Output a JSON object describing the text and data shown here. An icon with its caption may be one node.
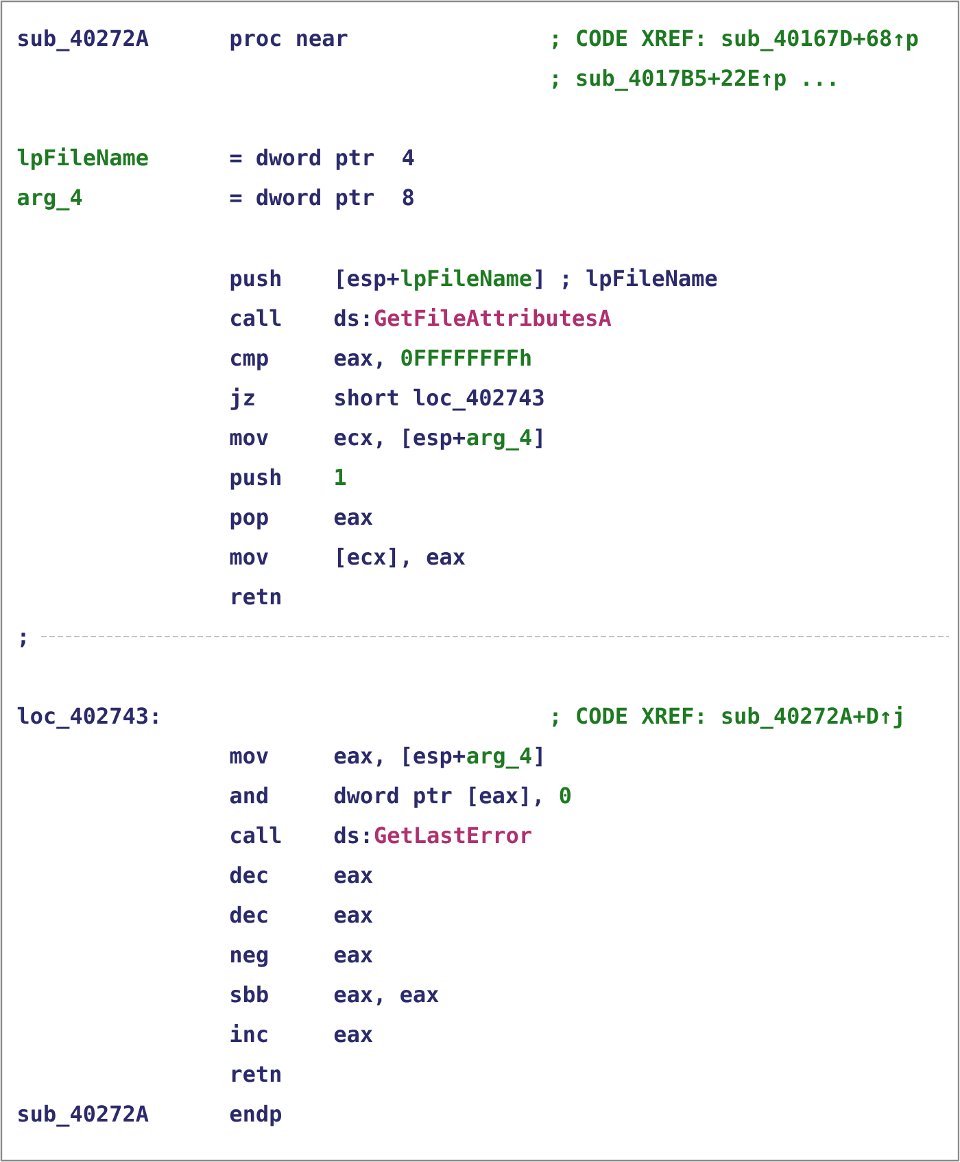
{
  "diagram": {
    "labels": [
      "sub_40272A",
      "proc near",
      "; CODE XREF: sub_40167D+68↑p",
      "; sub_4017B5+22E↑p ...",
      "lpFileName",
      "= dword ptr",
      "4",
      "arg_4",
      "= dword ptr",
      "8",
      "push",
      "[esp+",
      "lpFileName",
      "] ; lpFileName",
      "call",
      "ds:",
      "GetFileAttributesA",
      "cmp",
      "eax,",
      "0FFFFFFFFh",
      "jz",
      "short loc_402743",
      "mov",
      "ecx, [esp+",
      "arg_4",
      "]",
      "push",
      "1",
      "pop",
      "eax",
      "mov",
      "[ecx], eax",
      "retn",
      ";",
      "loc_402743:",
      "; CODE XREF: sub_40272A+D↑j",
      "mov",
      "eax, [esp+",
      "arg_4",
      "]",
      "and",
      "dword ptr [eax],",
      "0",
      "call",
      "ds:",
      "GetLastError",
      "dec",
      "eax",
      "dec",
      "eax",
      "neg",
      "eax",
      "sbb",
      "eax, eax",
      "inc",
      "eax",
      "retn",
      "sub_40272A",
      "endp"
    ]
  }
}
